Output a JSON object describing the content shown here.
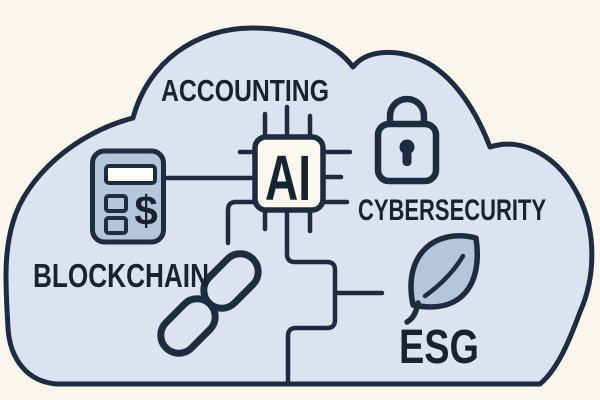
{
  "diagram": {
    "type": "concept-cloud",
    "labels": {
      "accounting": "ACCOUNTING",
      "cybersecurity": "CYBERSECURITY",
      "blockchain": "BLOCKCHAIN",
      "esg": "ESG",
      "ai_chip": "AI",
      "calculator_currency": "$"
    },
    "icons": [
      "cloud-outline",
      "ai-chip-icon",
      "padlock-icon",
      "calculator-icon",
      "chain-links-icon",
      "leaf-icon",
      "circuit-trace-lines"
    ]
  },
  "colors": {
    "background": "#faf6ee",
    "cloud_fill": "#d8e5f1",
    "icon_fill": "#b3c6da",
    "chip_fill": "#fbf8ef",
    "screen_fill": "#fdfcf6",
    "outline": "#1e2c3f",
    "text": "#19222f"
  }
}
